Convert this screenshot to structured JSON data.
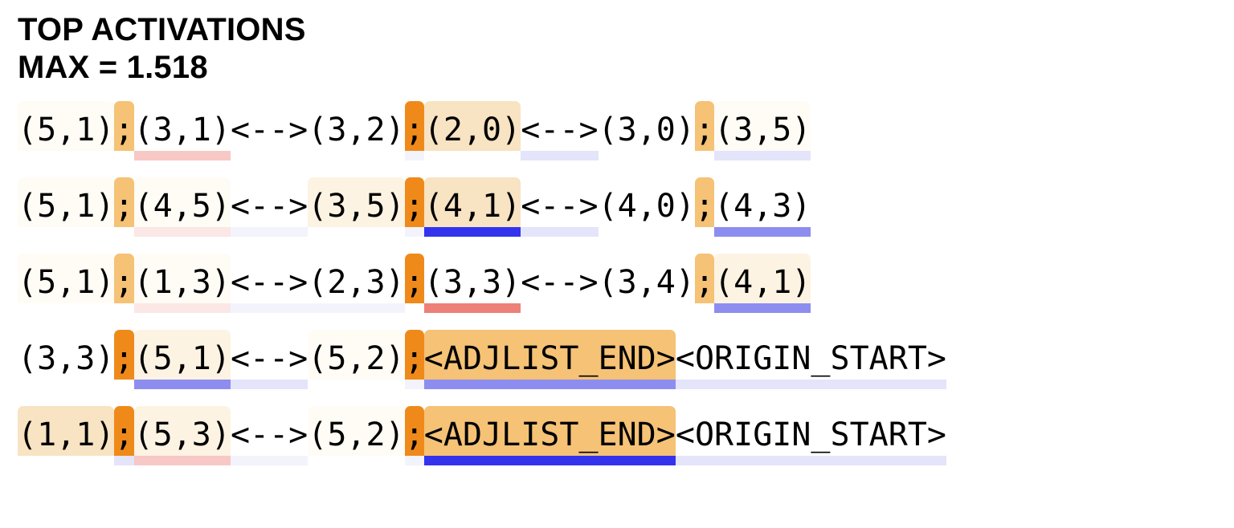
{
  "header": {
    "title": "TOP ACTIVATIONS",
    "max_line": "MAX = 1.518",
    "max_value": 1.518
  },
  "palette": {
    "activation_none": "#ffffff",
    "activation_faint": "#fffcf6",
    "activation_light": "#fdf3e3",
    "activation_medium": "#f8e3c2",
    "activation_strong": "#f5c276",
    "activation_max": "#ef8a1a",
    "attrib_blue_strong": "#3333ee",
    "attrib_blue_mid": "#8d8df0",
    "attrib_blue_light": "#e4e4fa",
    "attrib_blue_faint": "#f3f3fc",
    "attrib_red_strong": "#ed8079",
    "attrib_red_mid": "#f7c8c5",
    "attrib_red_light": "#fbe7e6",
    "attrib_none": "#ffffff",
    "text": "#000000"
  },
  "chart_data": {
    "type": "heatmap",
    "title": "TOP ACTIVATIONS",
    "subtitle": "MAX = 1.518",
    "xlabel": "",
    "ylabel": "",
    "description": "Token-level activation heatmap: background tint encodes activation magnitude (white=0 to orange=max), underline bar encodes attribution (blue positive, red negative).",
    "max_activation": 1.518,
    "rows": [
      {
        "index": 0,
        "tokens": [
          {
            "text": "(5,1)",
            "act": "activation_faint",
            "bar": "attrib_none"
          },
          {
            "text": ";",
            "act": "activation_strong",
            "bar": "attrib_none"
          },
          {
            "text": "(3,1)",
            "act": "activation_none",
            "bar": "attrib_red_mid"
          },
          {
            "text": "<-->",
            "act": "activation_none",
            "bar": "attrib_none"
          },
          {
            "text": "(3,2)",
            "act": "activation_none",
            "bar": "attrib_none"
          },
          {
            "text": ";",
            "act": "activation_max",
            "bar": "attrib_blue_faint"
          },
          {
            "text": "(2,0)",
            "act": "activation_medium",
            "bar": "attrib_none"
          },
          {
            "text": "<-->",
            "act": "activation_none",
            "bar": "attrib_blue_light"
          },
          {
            "text": "(3,0)",
            "act": "activation_none",
            "bar": "attrib_none"
          },
          {
            "text": ";",
            "act": "activation_strong",
            "bar": "attrib_none"
          },
          {
            "text": "(3,5)",
            "act": "activation_faint",
            "bar": "attrib_blue_light"
          }
        ]
      },
      {
        "index": 1,
        "tokens": [
          {
            "text": "(5,1)",
            "act": "activation_faint",
            "bar": "attrib_none"
          },
          {
            "text": ";",
            "act": "activation_strong",
            "bar": "attrib_none"
          },
          {
            "text": "(4,5)",
            "act": "activation_faint",
            "bar": "attrib_red_light"
          },
          {
            "text": "<-->",
            "act": "activation_none",
            "bar": "attrib_blue_faint"
          },
          {
            "text": "(3,5)",
            "act": "activation_light",
            "bar": "attrib_none"
          },
          {
            "text": ";",
            "act": "activation_max",
            "bar": "attrib_blue_faint"
          },
          {
            "text": "(4,1)",
            "act": "activation_medium",
            "bar": "attrib_blue_strong"
          },
          {
            "text": "<-->",
            "act": "activation_none",
            "bar": "attrib_blue_light"
          },
          {
            "text": "(4,0)",
            "act": "activation_none",
            "bar": "attrib_none"
          },
          {
            "text": ";",
            "act": "activation_strong",
            "bar": "attrib_none"
          },
          {
            "text": "(4,3)",
            "act": "activation_none",
            "bar": "attrib_blue_mid"
          }
        ]
      },
      {
        "index": 2,
        "tokens": [
          {
            "text": "(5,1)",
            "act": "activation_faint",
            "bar": "attrib_none"
          },
          {
            "text": ";",
            "act": "activation_strong",
            "bar": "attrib_none"
          },
          {
            "text": "(1,3)",
            "act": "activation_faint",
            "bar": "attrib_red_light"
          },
          {
            "text": "<-->",
            "act": "activation_none",
            "bar": "attrib_blue_faint"
          },
          {
            "text": "(2,3)",
            "act": "activation_none",
            "bar": "attrib_blue_faint"
          },
          {
            "text": ";",
            "act": "activation_max",
            "bar": "attrib_none"
          },
          {
            "text": "(3,3)",
            "act": "activation_none",
            "bar": "attrib_red_strong"
          },
          {
            "text": "<-->",
            "act": "activation_none",
            "bar": "attrib_none"
          },
          {
            "text": "(3,4)",
            "act": "activation_none",
            "bar": "attrib_none"
          },
          {
            "text": ";",
            "act": "activation_strong",
            "bar": "attrib_none"
          },
          {
            "text": "(4,1)",
            "act": "activation_light",
            "bar": "attrib_blue_mid"
          }
        ]
      },
      {
        "index": 3,
        "tokens": [
          {
            "text": "(3,3)",
            "act": "activation_none",
            "bar": "attrib_none"
          },
          {
            "text": ";",
            "act": "activation_max",
            "bar": "attrib_none"
          },
          {
            "text": "(5,1)",
            "act": "activation_light",
            "bar": "attrib_blue_mid"
          },
          {
            "text": "<-->",
            "act": "activation_none",
            "bar": "attrib_blue_light"
          },
          {
            "text": "(5,2)",
            "act": "activation_faint",
            "bar": "attrib_none"
          },
          {
            "text": ";",
            "act": "activation_max",
            "bar": "attrib_blue_faint"
          },
          {
            "text": "<ADJLIST_END>",
            "act": "activation_strong",
            "bar": "attrib_blue_mid"
          },
          {
            "text": "<ORIGIN_START>",
            "act": "activation_none",
            "bar": "attrib_blue_light"
          }
        ]
      },
      {
        "index": 4,
        "tokens": [
          {
            "text": "(1,1)",
            "act": "activation_medium",
            "bar": "attrib_none"
          },
          {
            "text": ";",
            "act": "activation_max",
            "bar": "attrib_blue_light"
          },
          {
            "text": "(5,3)",
            "act": "activation_light",
            "bar": "attrib_red_mid"
          },
          {
            "text": "<-->",
            "act": "activation_none",
            "bar": "attrib_blue_faint"
          },
          {
            "text": "(5,2)",
            "act": "activation_faint",
            "bar": "attrib_none"
          },
          {
            "text": ";",
            "act": "activation_max",
            "bar": "attrib_blue_faint"
          },
          {
            "text": "<ADJLIST_END>",
            "act": "activation_strong",
            "bar": "attrib_blue_strong"
          },
          {
            "text": "<ORIGIN_START>",
            "act": "activation_none",
            "bar": "attrib_blue_light"
          }
        ]
      }
    ]
  }
}
